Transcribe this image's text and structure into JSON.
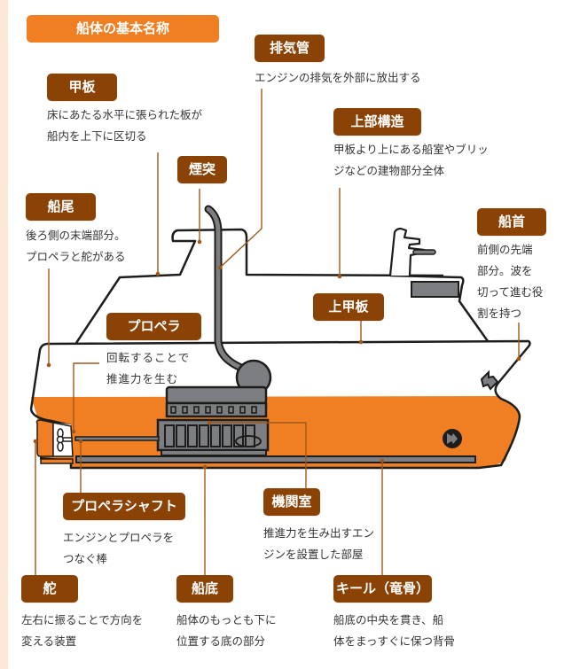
{
  "title": "船体の基本名称",
  "colors": {
    "label_bg": "#8b4205",
    "title_bg": "#f07f23",
    "hull_orange": "#f07f23",
    "gray": "#7d7e82",
    "leader_line": "#a0581b",
    "edge_strip": "#fde8d8"
  },
  "parts": {
    "kanpan": {
      "label": "甲板",
      "desc": "床にあたる水平に張られた板が\n船内を上下に区切る"
    },
    "haikikan": {
      "label": "排気管",
      "desc": "エンジンの排気を外部に放出する"
    },
    "joubu_kouzou": {
      "label": "上部構造",
      "desc": "甲板より上にある船室やブリッ\nジなどの建物部分全体"
    },
    "entotsu": {
      "label": "煙突"
    },
    "senbi": {
      "label": "船尾",
      "desc": "後ろ側の末端部分。\nプロペラと舵がある"
    },
    "senshu": {
      "label": "船首",
      "desc": "前側の先端\n部分。波を\n切って進む役\n割を持つ"
    },
    "joukanpan": {
      "label": "上甲板"
    },
    "propeller": {
      "label": "プロペラ",
      "desc": "回転することで\n推進力を生む"
    },
    "propeller_shaft": {
      "label": "プロペラシャフト",
      "desc": "エンジンとプロペラを\nつなぐ棒"
    },
    "kikanshitsu": {
      "label": "機関室",
      "desc": "推進力を生み出すエン\nジンを設置した部屋"
    },
    "kaji": {
      "label": "舵",
      "desc": "左右に振ることで方向を\n変える装置"
    },
    "sentei": {
      "label": "船底",
      "desc": "船体のもっとも下に\n位置する底の部分"
    },
    "keel": {
      "label": "キール（竜骨）",
      "desc": "船底の中央を貫き、船\n体をまっすぐに保つ背骨"
    }
  }
}
